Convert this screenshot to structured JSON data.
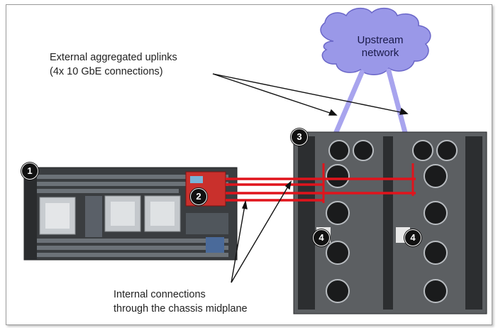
{
  "cloud": {
    "line1": "Upstream",
    "line2": "network"
  },
  "labels": {
    "uplinks_line1": "External aggregated uplinks",
    "uplinks_line2": "(4x 10 GbE connections)",
    "internal_line1": "Internal connections",
    "internal_line2": "through the chassis midplane"
  },
  "badges": {
    "node": "1",
    "adapter": "2",
    "chassis": "3",
    "switch_left": "4",
    "switch_right": "4"
  },
  "colors": {
    "cloud": "#9a98e8",
    "uplink": "#a8a4ee",
    "connection": "#e0141c",
    "adapter": "#c9302c"
  }
}
